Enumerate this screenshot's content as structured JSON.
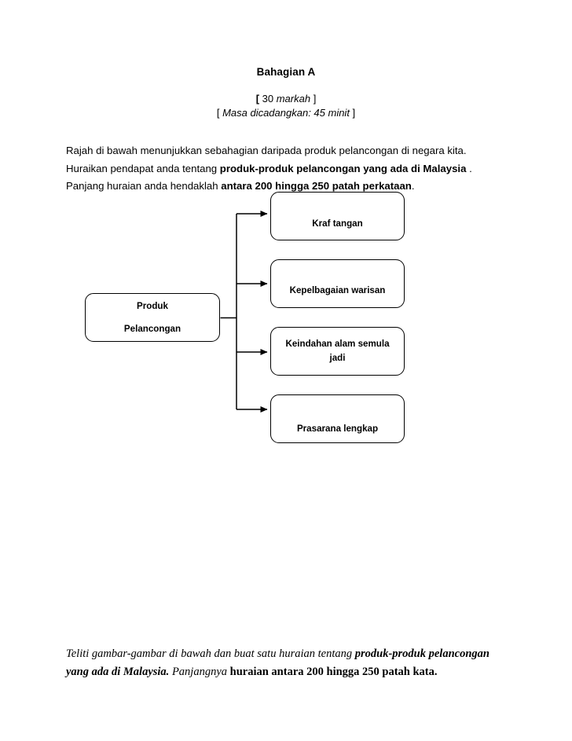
{
  "header": {
    "title": "Bahagian A",
    "marks": {
      "bracket_open": "[",
      "value": " 30 ",
      "unit": "markah",
      "bracket_close": " ]"
    },
    "time": {
      "bracket_open": "[ ",
      "text": "Masa dicadangkan: 45 minit",
      "bracket_close": " ]"
    }
  },
  "intro": {
    "segment_1": "Rajah di bawah menunjukkan sebahagian daripada produk pelancongan di negara kita. Huraikan   pendapat anda tentang ",
    "segment_2_bold": "produk-produk pelancongan yang ada di Malaysia",
    "segment_3": " . Panjang huraian anda hendaklah ",
    "segment_4_bold": "antara 200 hingga 250 patah perkataan",
    "segment_5": "."
  },
  "diagram": {
    "root": {
      "line_1": "Produk",
      "line_2": "Pelancongan"
    },
    "leaves": [
      {
        "label": "Kraf tangan"
      },
      {
        "label": "Kepelbagaian warisan"
      },
      {
        "label": "Keindahan  alam semula jadi"
      },
      {
        "label": "Prasarana lengkap"
      }
    ]
  },
  "footer": {
    "segment_1_italic": "Teliti gambar-gambar di bawah dan buat satu huraian tentang ",
    "segment_2_bold_italic": "produk-produk pelancongan yang ada di Malaysia.",
    "segment_3_italic": " Panjangnya ",
    "segment_4_bold": "huraian antara 200 hingga 250 patah kata."
  },
  "colors": {
    "text": "#000000",
    "page_background": "#ffffff",
    "stroke": "#000000"
  }
}
